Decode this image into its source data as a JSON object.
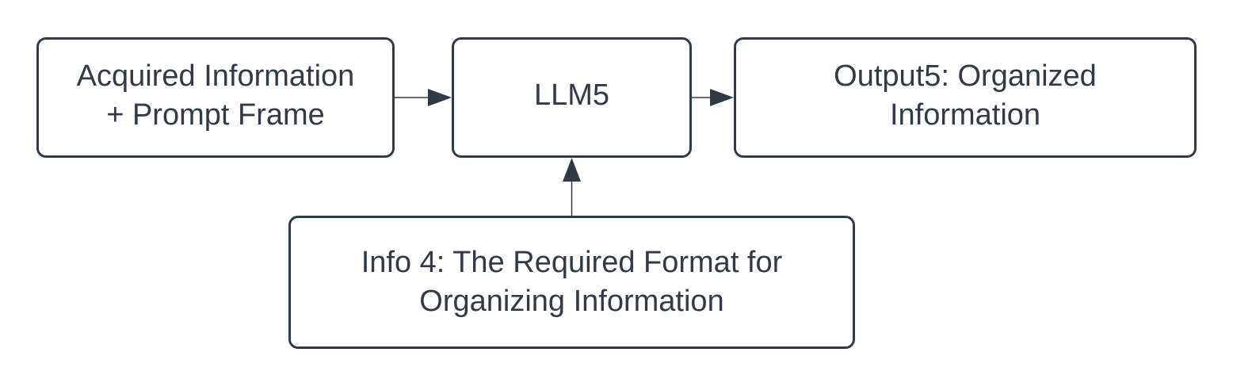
{
  "diagram": {
    "nodes": [
      {
        "id": "acquired",
        "line1": "Acquired Information",
        "line2": "+ Prompt Frame"
      },
      {
        "id": "llm5",
        "line1": "LLM5",
        "line2": ""
      },
      {
        "id": "output5",
        "line1": "Output5: Organized",
        "line2": "Information"
      },
      {
        "id": "info4",
        "line1": "Info 4: The Required Format for",
        "line2": "Organizing Information"
      }
    ],
    "edges": [
      {
        "from": "acquired",
        "to": "llm5"
      },
      {
        "from": "llm5",
        "to": "output5"
      },
      {
        "from": "info4",
        "to": "llm5"
      }
    ],
    "colors": {
      "stroke": "#333a46",
      "text": "#333a46",
      "background": "#ffffff"
    }
  }
}
